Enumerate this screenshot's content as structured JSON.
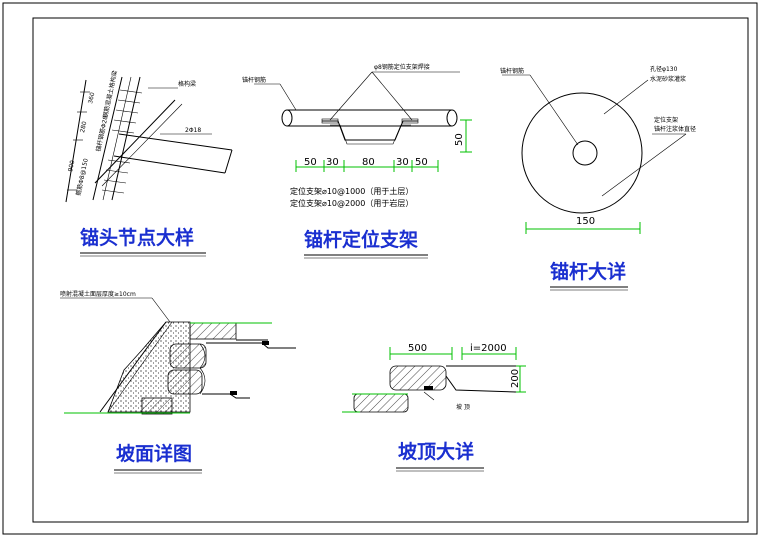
{
  "titles": {
    "anchor_head_node": "锚头节点大样",
    "anchor_spacer": "锚杆定位支架",
    "anchor_detail": "锚杆大详",
    "slope_face": "坡面详图",
    "slope_top": "坡顶大详"
  },
  "node_detail": {
    "label_grid_beam": "格构梁",
    "label_rebar": "2Φ18",
    "dim_360": "360",
    "dim_280": "280",
    "dim_900": "900",
    "vertical_note_1": "钢筋混凝土格构梁",
    "vertical_note_2": "锚杆钢筋Φ28",
    "vertical_note_3": "箍筋Φ8@150"
  },
  "spacer_detail": {
    "label_left": "锚杆钢筋",
    "label_top": "φ8钢筋定位支架焊接",
    "dims": [
      "50",
      "30",
      "80",
      "30",
      "50"
    ],
    "dim_height": "50",
    "note_1": "定位支架⌀10@1000（用于土层）",
    "note_2": "定位支架⌀10@2000（用于岩层）"
  },
  "anchor_detail": {
    "label_rebar": "锚杆钢筋",
    "label_hole": "孔径φ130",
    "label_grout": "水泥砂浆灌浆",
    "label_spacer": "定位支架",
    "label_grout_2": "锚杆注浆体直径",
    "dim_diameter": "150"
  },
  "slope_face": {
    "label_top": "喷射混凝土面层厚度≥10cm"
  },
  "slope_top": {
    "dim_width": "500",
    "dim_slope": "i=2000",
    "dim_height": "200",
    "label_bottom": "坡 顶"
  }
}
